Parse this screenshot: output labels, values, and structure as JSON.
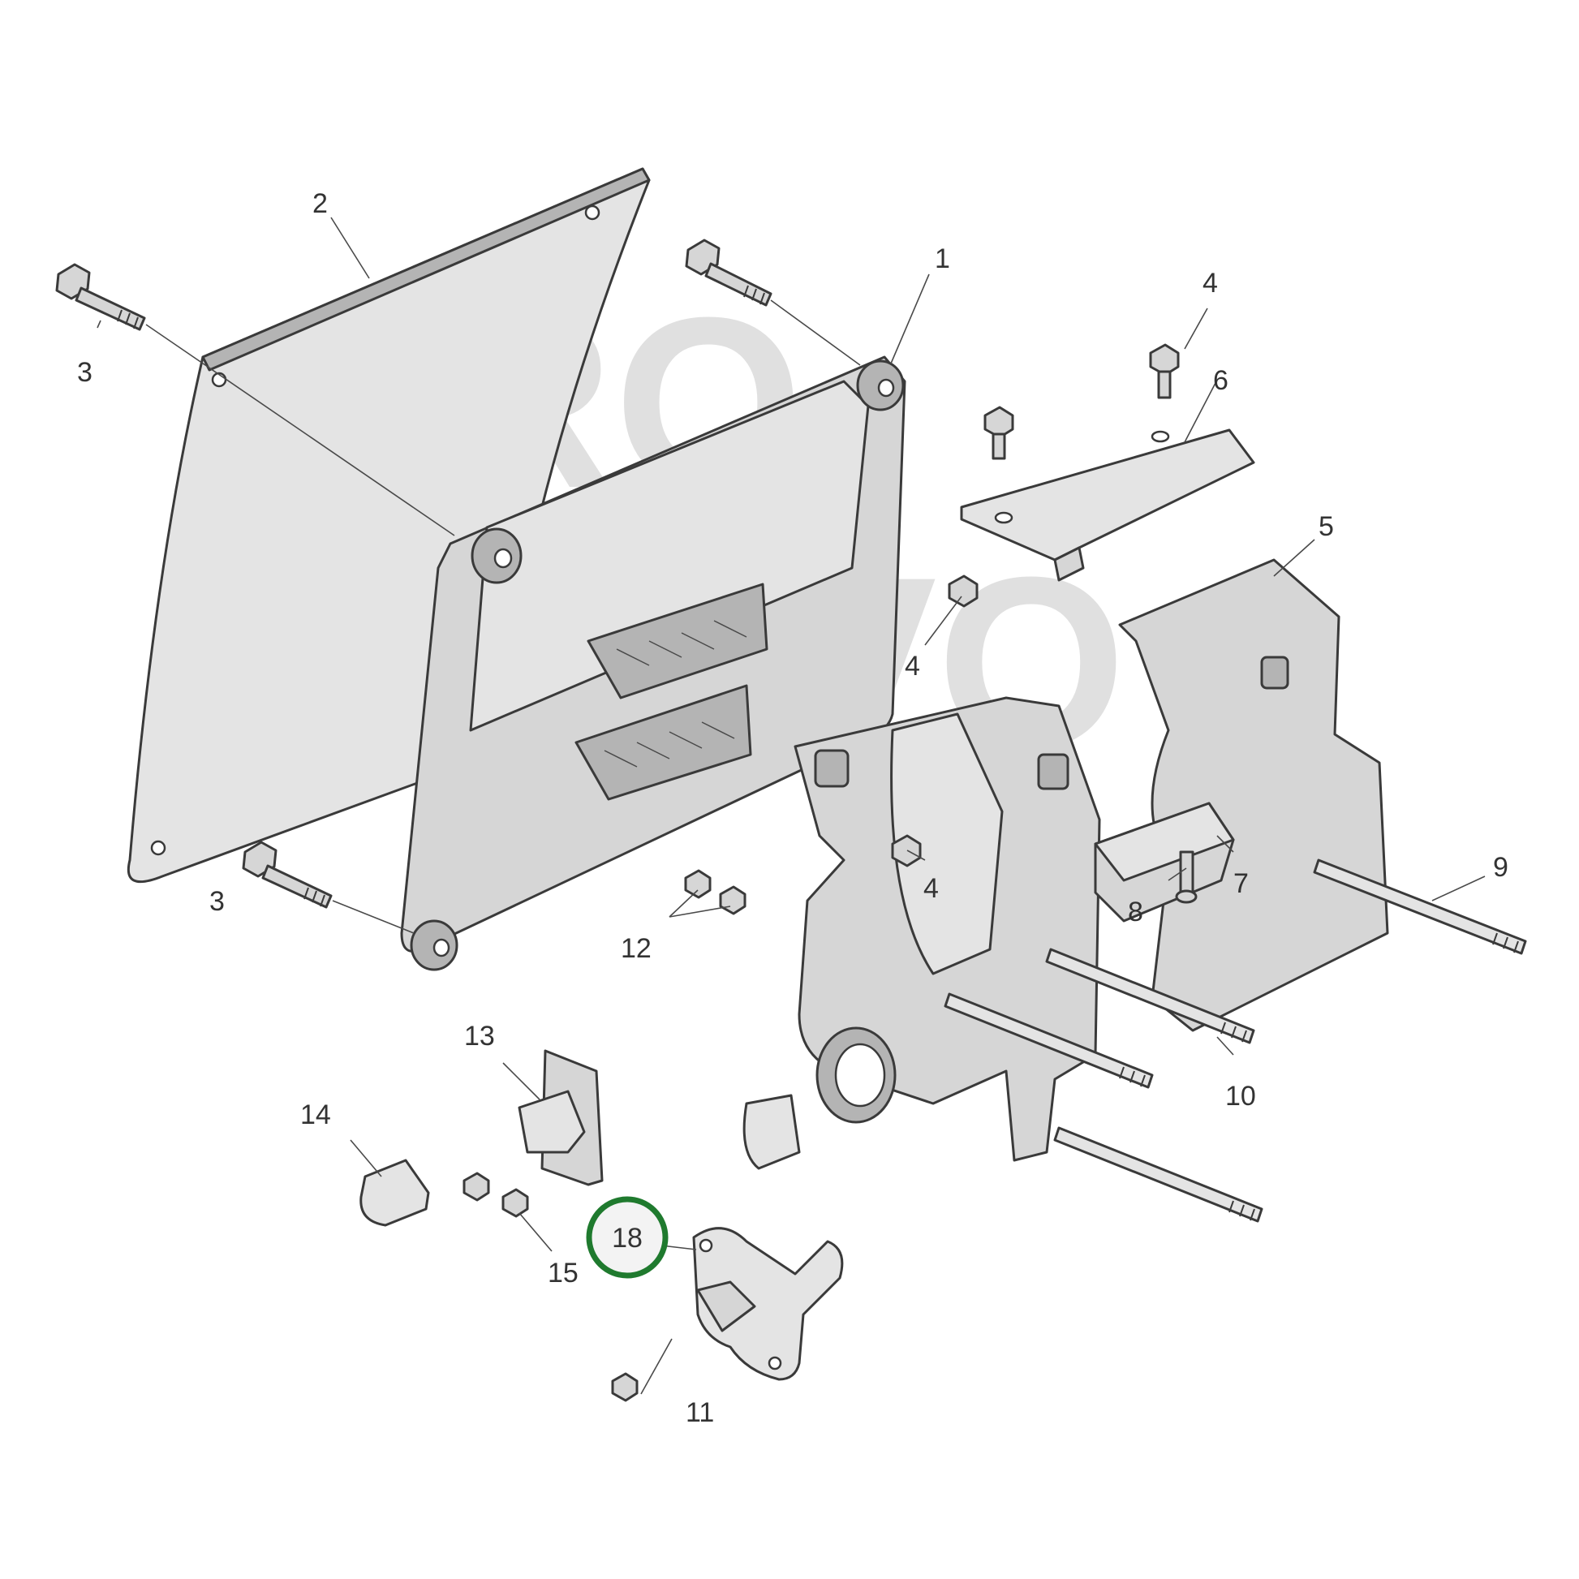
{
  "callouts": [
    {
      "label": "1"
    },
    {
      "label": "2"
    },
    {
      "label": "3"
    },
    {
      "label": "3"
    },
    {
      "label": "4"
    },
    {
      "label": "4"
    },
    {
      "label": "4"
    },
    {
      "label": "5"
    },
    {
      "label": "6"
    },
    {
      "label": "7"
    },
    {
      "label": "8"
    },
    {
      "label": "9"
    },
    {
      "label": "10"
    },
    {
      "label": "11"
    },
    {
      "label": "12"
    },
    {
      "label": "13"
    },
    {
      "label": "14"
    },
    {
      "label": "15"
    }
  ],
  "highlighted": {
    "label": "18"
  },
  "watermark": {
    "line1": "PRO",
    "line2": "VOLVO"
  },
  "colors": {
    "part": "#d6d6d6",
    "outline": "#3a3a3a",
    "highlight": "#1f7a2e"
  }
}
